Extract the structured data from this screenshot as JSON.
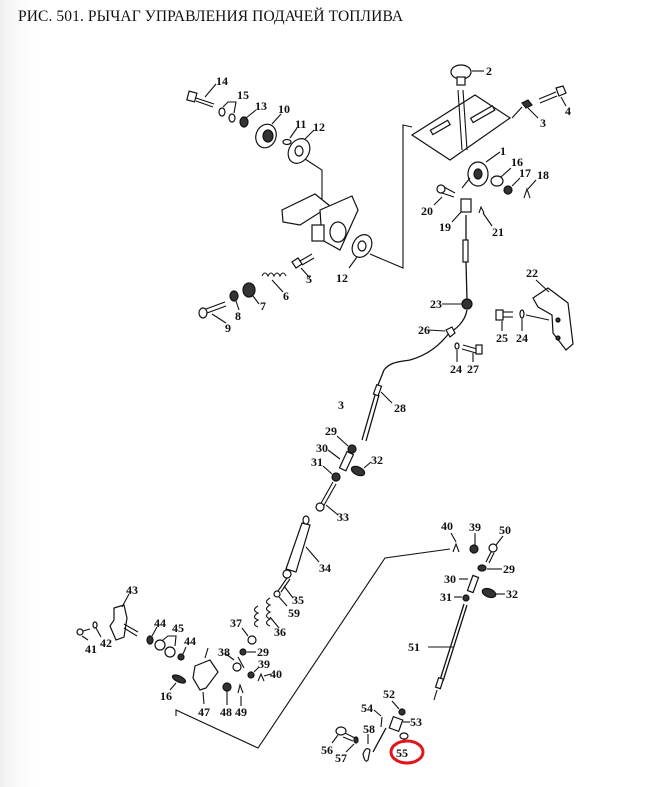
{
  "figure": {
    "title": "РИС. 501. РЫЧАГ УПРАВЛЕНИЯ ПОДАЧЕЙ ТОПЛИВА",
    "highlight_color": "#e3141c",
    "highlighted_part": "55"
  },
  "labels": {
    "p1": "1",
    "p2": "2",
    "p3": "3",
    "p4": "4",
    "p5": "5",
    "p6": "6",
    "p7": "7",
    "p8": "8",
    "p9": "9",
    "p10": "10",
    "p11": "11",
    "p12a": "12",
    "p12b": "12",
    "p13": "13",
    "p14": "14",
    "p15": "15",
    "p16a": "16",
    "p16b": "16",
    "p17": "17",
    "p18": "18",
    "p19": "19",
    "p20": "20",
    "p21": "21",
    "p22": "22",
    "p23": "23",
    "p24a": "24",
    "p24b": "24",
    "p25": "25",
    "p26": "26",
    "p27": "27",
    "p28": "28",
    "p29a": "29",
    "p29b": "29",
    "p29c": "29",
    "p30a": "30",
    "p30b": "30",
    "p31a": "31",
    "p31b": "31",
    "p32a": "32",
    "p32b": "32",
    "p33": "33",
    "p34": "34",
    "p35": "35",
    "p36": "36",
    "p37": "37",
    "p38": "38",
    "p39a": "39",
    "p39b": "39",
    "p40a": "40",
    "p40b": "40",
    "p41": "41",
    "p42": "42",
    "p43": "43",
    "p44a": "44",
    "p44b": "44",
    "p45": "45",
    "p47": "47",
    "p48": "48",
    "p49": "49",
    "p50": "50",
    "p51": "51",
    "p52": "52",
    "p53": "53",
    "p54": "54",
    "p55": "55",
    "p56": "56",
    "p57": "57",
    "p58": "58",
    "p59": "59"
  }
}
